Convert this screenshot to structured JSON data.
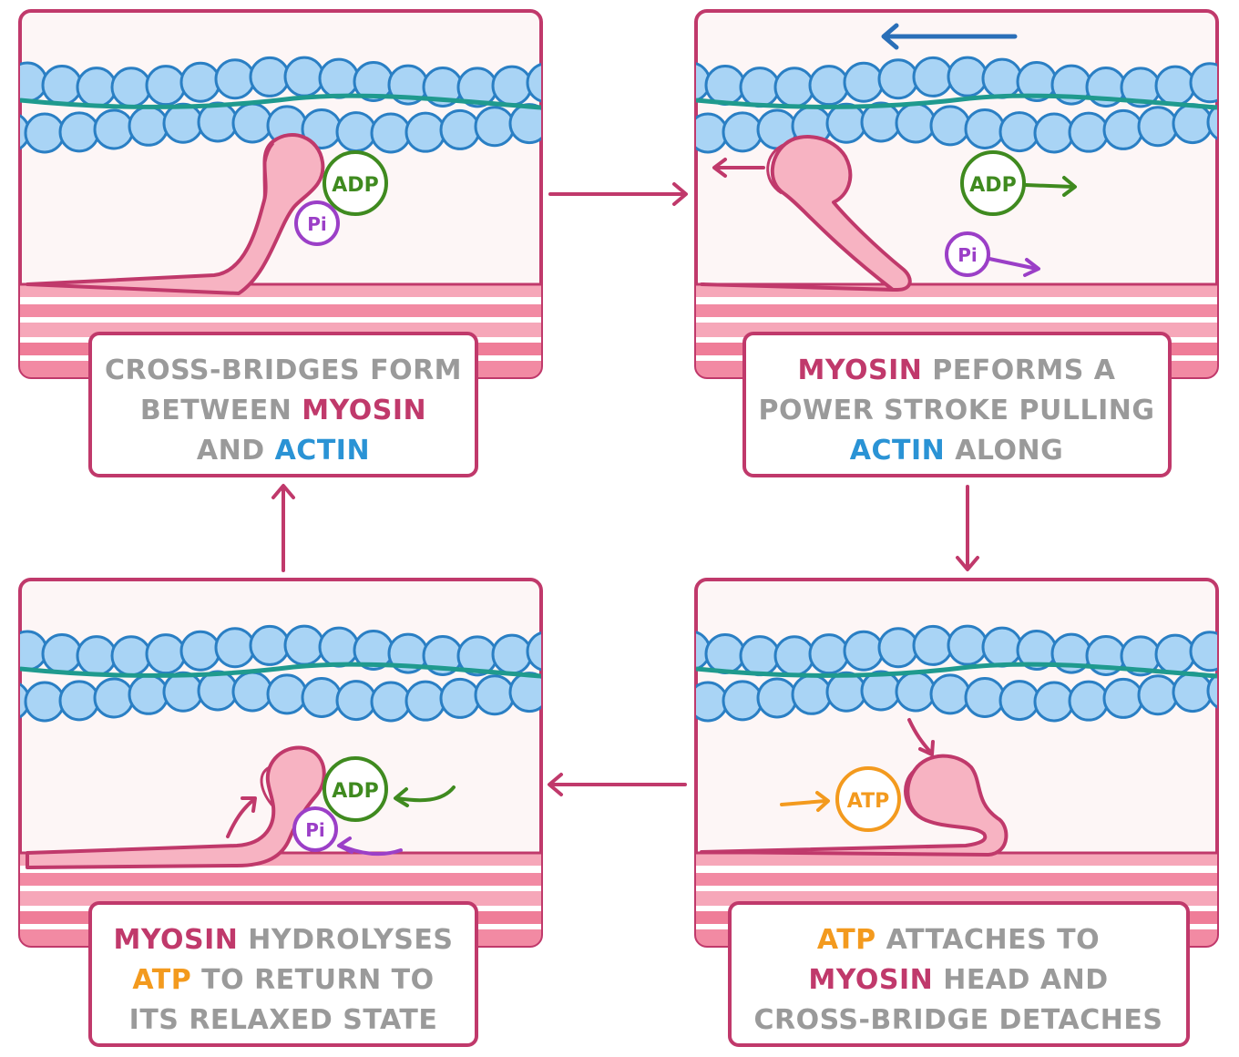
{
  "colors": {
    "myosin": "#c0396b",
    "actin": "#2a93d5",
    "atp": "#f39a1e",
    "adp": "#3f8a1f",
    "pi": "#9b3fc7",
    "caption_gray": "#9a9a9a",
    "panel_border": "#c0396b",
    "panel_fill": "#fdf6f6",
    "tropomyosin": "#1f9a8e"
  },
  "molecules": {
    "adp": "ADP",
    "pi": "Pi",
    "atp": "ATP"
  },
  "panels": {
    "top_left": {
      "caption": [
        [
          {
            "text": "CROSS-BRIDGES FORM",
            "role": "plain"
          }
        ],
        [
          {
            "text": "BETWEEN ",
            "role": "plain"
          },
          {
            "text": "MYOSIN",
            "role": "myosin"
          }
        ],
        [
          {
            "text": "AND ",
            "role": "plain"
          },
          {
            "text": "ACTIN",
            "role": "actin"
          }
        ]
      ]
    },
    "top_right": {
      "caption": [
        [
          {
            "text": "MYOSIN",
            "role": "myosin"
          },
          {
            "text": " PEFORMS A",
            "role": "plain"
          }
        ],
        [
          {
            "text": "POWER STROKE PULLING",
            "role": "plain"
          }
        ],
        [
          {
            "text": "ACTIN",
            "role": "actin"
          },
          {
            "text": " ALONG",
            "role": "plain"
          }
        ]
      ]
    },
    "bottom_right": {
      "caption": [
        [
          {
            "text": "ATP",
            "role": "atp"
          },
          {
            "text": " ATTACHES TO",
            "role": "plain"
          }
        ],
        [
          {
            "text": "MYOSIN",
            "role": "myosin"
          },
          {
            "text": " HEAD AND",
            "role": "plain"
          }
        ],
        [
          {
            "text": "CROSS-BRIDGE DETACHES",
            "role": "plain"
          }
        ]
      ]
    },
    "bottom_left": {
      "caption": [
        [
          {
            "text": "MYOSIN",
            "role": "myosin"
          },
          {
            "text": " HYDROLYSES",
            "role": "plain"
          }
        ],
        [
          {
            "text": "ATP",
            "role": "atp"
          },
          {
            "text": " TO RETURN TO",
            "role": "plain"
          }
        ],
        [
          {
            "text": "ITS RELAXED STATE",
            "role": "plain"
          }
        ]
      ]
    }
  }
}
